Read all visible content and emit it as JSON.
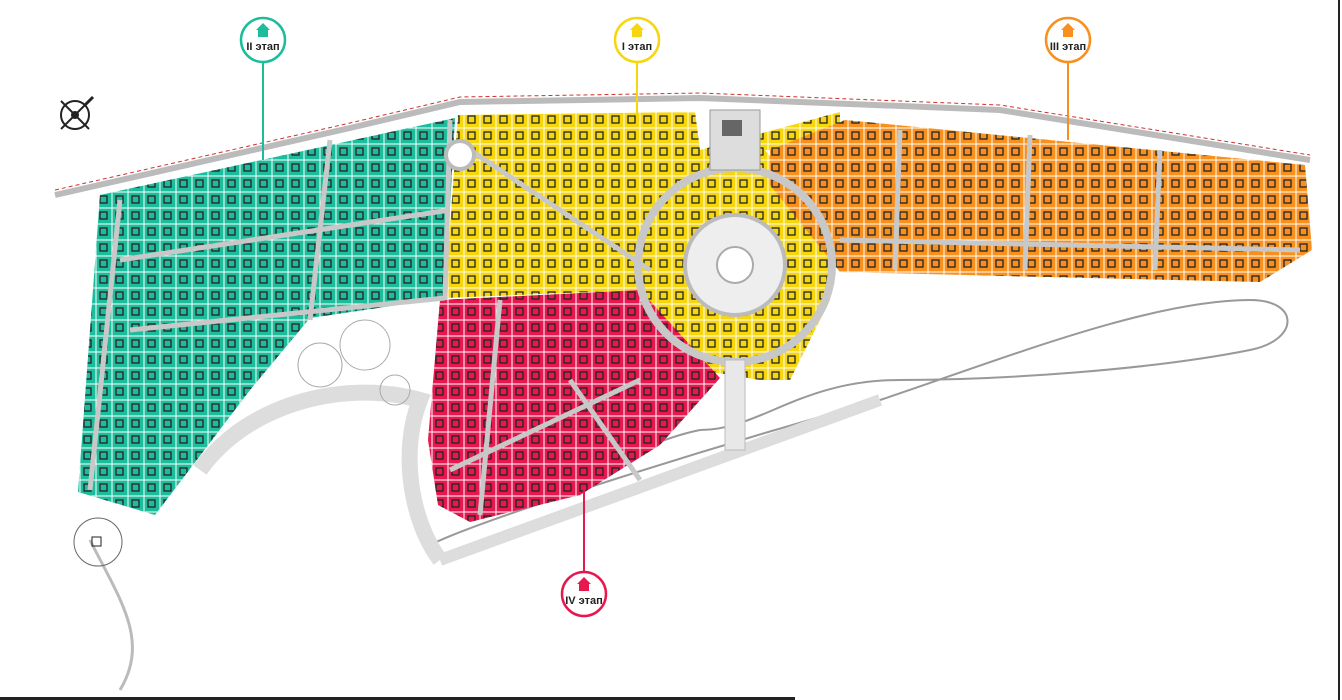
{
  "map": {
    "stages": [
      {
        "id": "stage-2",
        "label": "II этап",
        "color": "#1dbc9c"
      },
      {
        "id": "stage-1",
        "label": "I этап",
        "color": "#f6d60f"
      },
      {
        "id": "stage-3",
        "label": "III этап",
        "color": "#f7901e"
      },
      {
        "id": "stage-4",
        "label": "IV этап",
        "color": "#e5194f"
      }
    ],
    "icons": {
      "compass": "compass-icon",
      "pin": "house-icon"
    }
  }
}
